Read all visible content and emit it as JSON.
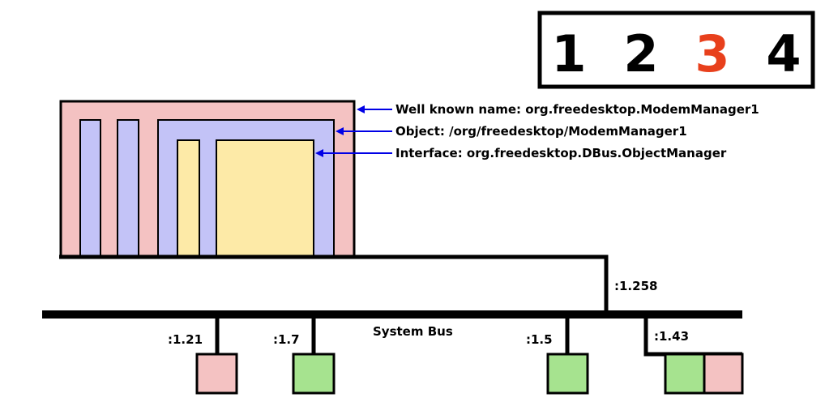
{
  "steps": {
    "items": [
      "1",
      "2",
      "3",
      "4"
    ],
    "active_index": 2,
    "active_color": "#e8401c",
    "inactive_color": "#000000"
  },
  "service": {
    "annotations": {
      "well_known_name": "Well known name: org.freedesktop.ModemManager1",
      "object": "Object: /org/freedesktop/ModemManager1",
      "interface": "Interface: org.freedesktop.DBus.ObjectManager"
    },
    "colors": {
      "service": "#f4c2c2",
      "object": "#c3c3f7",
      "interface": "#fdeaa7",
      "arrow": "#0000e6"
    }
  },
  "bus": {
    "label": "System Bus",
    "service_connection": ":1.258",
    "clients": [
      {
        "id": ":1.21",
        "color": "#f4c2c2"
      },
      {
        "id": ":1.7",
        "color": "#a6e38f"
      },
      {
        "id": ":1.5",
        "color": "#a6e38f"
      },
      {
        "id": ":1.43",
        "colors": [
          "#a6e38f",
          "#f4c2c2"
        ]
      }
    ]
  }
}
